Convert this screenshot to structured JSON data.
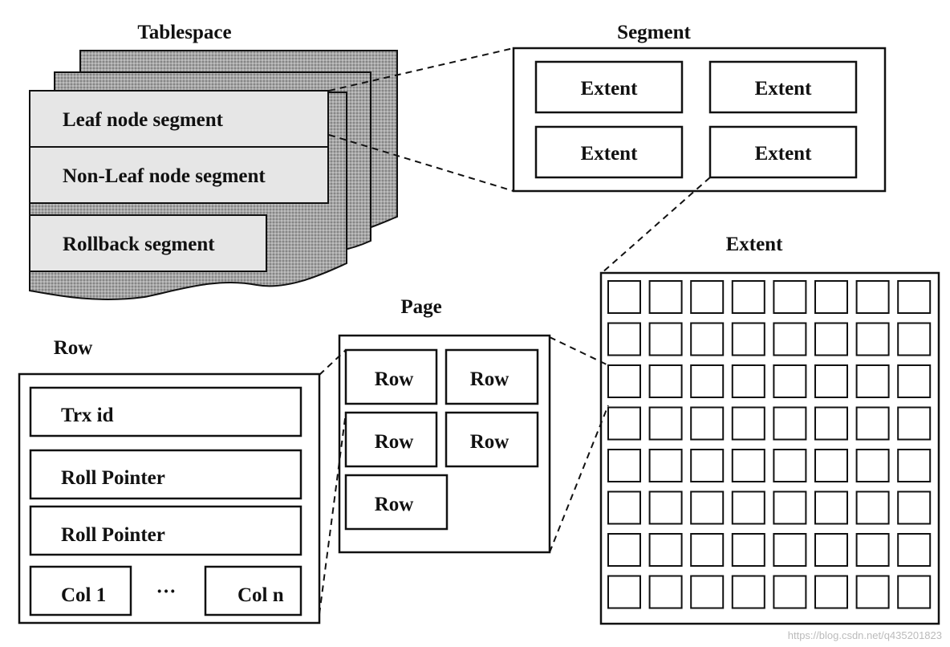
{
  "tablespace": {
    "title": "Tablespace",
    "segments": [
      "Leaf node segment",
      "Non-Leaf node segment",
      "Rollback segment"
    ]
  },
  "segment": {
    "title": "Segment",
    "extents": [
      "Extent",
      "Extent",
      "Extent",
      "Extent"
    ]
  },
  "extent": {
    "title": "Extent",
    "grid_rows": 8,
    "grid_cols": 8
  },
  "page": {
    "title": "Page",
    "rows": [
      "Row",
      "Row",
      "Row",
      "Row",
      "Row"
    ]
  },
  "row": {
    "title": "Row",
    "fields": [
      "Trx id",
      "Roll Pointer",
      "Roll Pointer"
    ],
    "col_first": "Col 1",
    "ellipsis": "···",
    "col_last": "Col n"
  },
  "watermark": "https://blog.csdn.net/q435201823",
  "colors": {
    "line": "#111111",
    "segment_fill": "#e6e6e6",
    "stack_fill": "#9a9a9a"
  }
}
